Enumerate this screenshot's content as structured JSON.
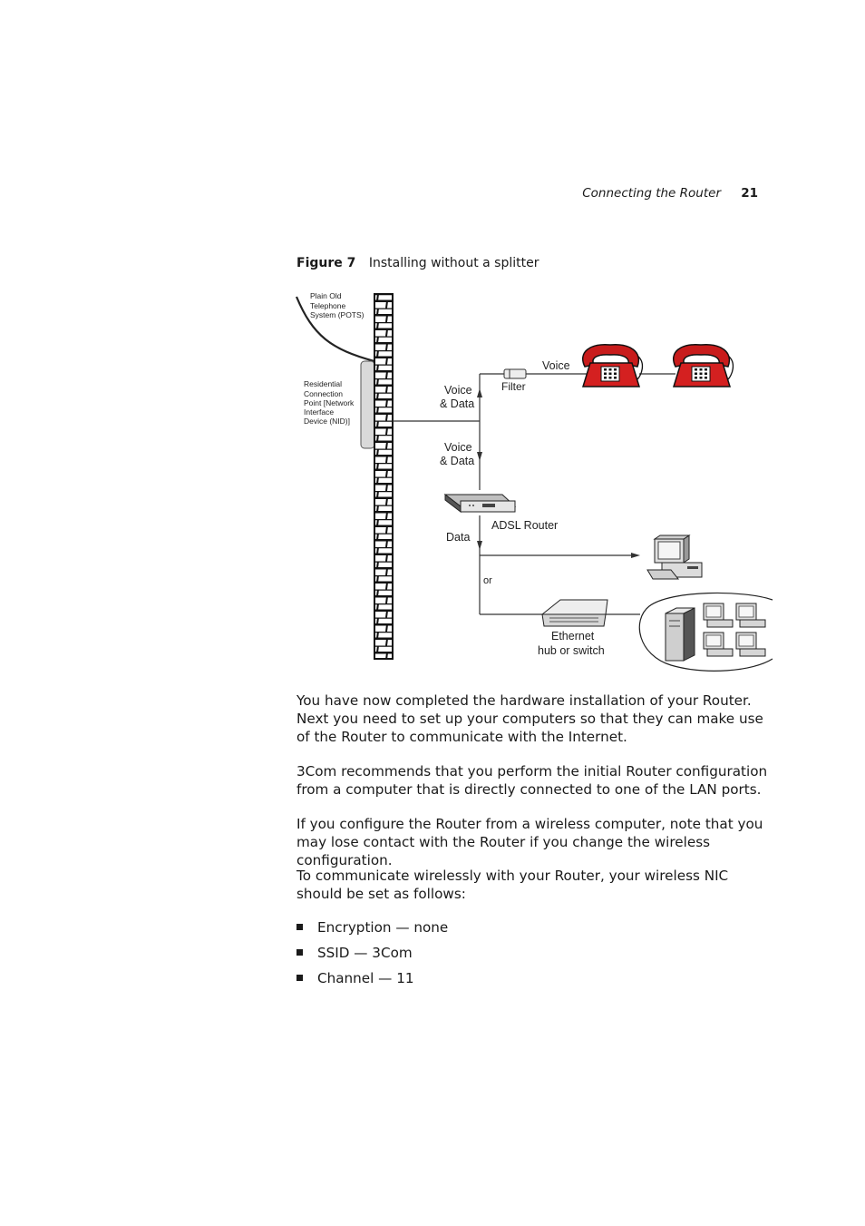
{
  "header": {
    "section_title": "Connecting the Router",
    "page_number": "21"
  },
  "figure": {
    "label": "Figure 7",
    "caption": "Installing without a splitter",
    "labels": {
      "pots": [
        "Plain Old",
        "Telephone",
        "System (POTS)"
      ],
      "nid": [
        "Residential",
        "Connection",
        "Point [Network",
        "Interface",
        "Device (NID)]"
      ],
      "voice_data_upper": [
        "Voice",
        "& Data"
      ],
      "voice_data_lower": [
        "Voice",
        "& Data"
      ],
      "voice": "Voice",
      "filter": "Filter",
      "adsl_router": "ADSL Router",
      "data": "Data",
      "or": "or",
      "ethernet": [
        "Ethernet",
        "hub or switch"
      ]
    }
  },
  "paragraphs": [
    "You have now completed the hardware installation of your Router. Next you need to set up your computers so that they can make use of the Router to communicate with the Internet.",
    "3Com recommends that you perform the initial Router configuration from a computer that is directly connected to one of the LAN ports.",
    "If you configure the Router from a wireless computer, note that you may lose contact with the Router if you change the wireless configuration.",
    "To communicate wirelessly with your Router, your wireless NIC should be set as follows:"
  ],
  "settings": [
    "Encryption — none",
    "SSID — 3Com",
    "Channel — 11"
  ]
}
